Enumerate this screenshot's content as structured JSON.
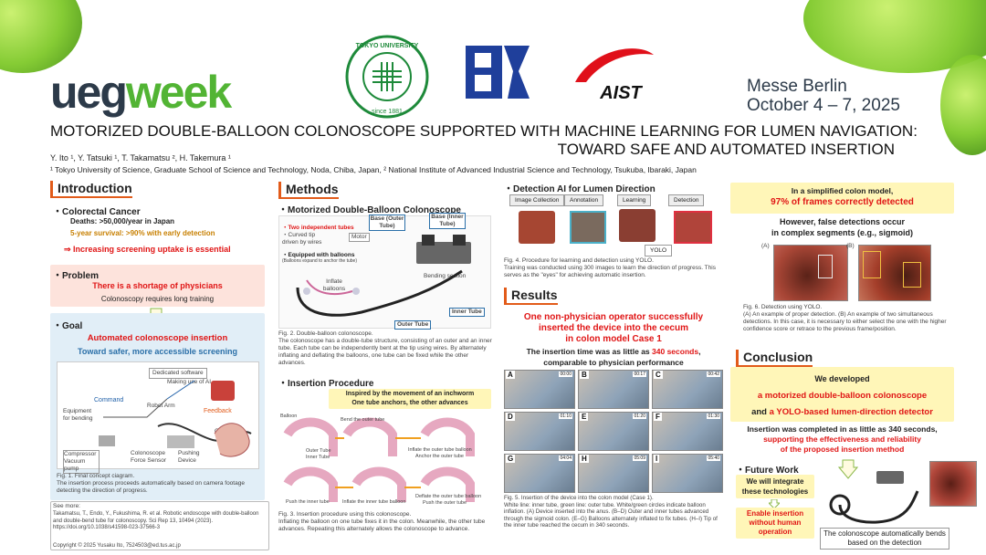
{
  "header": {
    "ueg": "ueg",
    "week": "week",
    "tus_seal": "TOKYO UNIVERSITY OF SCIENCE since 1881",
    "aist": "AIST",
    "venue": "Messe Berlin",
    "dates": "October 4 – 7, 2025"
  },
  "title": {
    "line1": "MOTORIZED DOUBLE-BALLOON COLONOSCOPE SUPPORTED WITH MACHINE LEARNING FOR LUMEN NAVIGATION:",
    "line2": "TOWARD SAFE AND AUTOMATED INSERTION"
  },
  "authors": "Y. Ito ¹,  Y. Tatsuki ¹,  T. Takamatsu ²,  H. Takemura ¹",
  "affiliation": "¹ Tokyo University of Science, Graduate School of Science and Technology, Noda, Chiba, Japan, ² National Institute of Advanced Industrial Science and Technology, Tsukuba, Ibaraki, Japan",
  "intro": {
    "heading": "Introduction",
    "cc_title": "・Colorectal Cancer",
    "deaths": "Deaths: >50,000/year in Japan",
    "survival": "5-year survival: >90% with early detection",
    "arrow_text": "⇒  Increasing screening uptake is essential",
    "problem_title": "・Problem",
    "problem_red": "There is a shortage of physicians",
    "problem_sub": "Colonoscopy requires long training",
    "goal_title": "・Goal",
    "goal_red": "Automated colonoscope insertion",
    "goal_sub": "Toward safer, more accessible screening",
    "fig1_labels": {
      "software": "Dedicated software",
      "ai": "Making use of AI",
      "command": "Command",
      "equipment": "Equipment for bending",
      "robot": "Robot Arm",
      "feedback": "Feedback",
      "colon": "Colon",
      "compressor": "Compressor Vacuum pump",
      "force": "Colonoscope Force Sensor",
      "pushing": "Pushing Device"
    },
    "fig1_caption": "Fig. 1. Final concept ciagram.\nThe insertion process proceeds automatically based on camera footage detecting the direction of progress.",
    "seemore_title": "See more:",
    "seemore_text": "Takamatsu, T., Endo, Y., Fukushima, R. et al. Robotic endoscope with double-balloon and double-bend tube for colonoscopy. Sci Rep 13, 10494 (2023). https://doi.org/10.1038/s41598-023-37566-3",
    "copyright": "Copyright © 2025 Yusaku Ito, 7524503@ed.tus.ac.jp"
  },
  "methods": {
    "heading": "Methods",
    "sub1": "・Motorized Double-Balloon Colonoscope",
    "bullets": [
      "・Two independent tubes",
      "・Curved tip driven by wires",
      "・Equipped with balloons",
      "(Balloons expand to anchor the tube)"
    ],
    "labels": {
      "base_outer": "Base (Outer Tube)",
      "base_inner": "Base (Inner Tube)",
      "motor": "Motor",
      "bending": "Bending section",
      "inflate": "Inflate balloons",
      "inner": "Inner Tube",
      "outer": "Outer Tube"
    },
    "fig2_caption": "Fig. 2. Double-balloon colonoscope.\nThe colonoscope has a double-tube structure, consisting of an outer and an inner tube. Each tube can be independently bent at the tip using wires. By alternately inflating and deflating the balloons, one tube can be fixed while the other advances.",
    "sub2": "・Insertion Procedure",
    "inchworm_l1": "Inspired by the movement of an inchworm",
    "inchworm_l2": "One tube anchors, the other advances",
    "proc_labels": [
      "Balloon",
      "Bend the outer tube",
      "Outer Tube",
      "Inner Tube",
      "Inflate the outer tube balloon",
      "Anchor the outer tube",
      "Push the inner tube",
      "Inflate the inner tube balloon",
      "Deflate the outer tube balloon",
      "Push the outer tube"
    ],
    "fig3_caption": "Fig. 3. Insertion procedure using this colonoscope.\nInflating the balloon on one tube fixes it in the colon. Meanwhile, the other tube advances. Repeating this alternately allows the colonoscope to advance."
  },
  "detection": {
    "sub": "・Detection AI for Lumen Direction",
    "flow": [
      "Image Collection",
      "Annotation",
      "Learning",
      "Detection"
    ],
    "yolo": "YOLO",
    "fig4_caption": "Fig. 4. Procedure for learning and detection using YOLO.\nTraining was conducted using 300 images to learn the direction of progress. This serves as the \"eyes\" for achieving automatic insertion."
  },
  "results": {
    "heading": "Results",
    "red1": "One non-physician operator successfully",
    "red2": "inserted the device into the cecum",
    "red3": "in colon model Case 1",
    "time_pre": "The insertion time was as little as ",
    "time_red": "340 seconds",
    "time_post": ",",
    "comparable": "comparable to physician performance",
    "panels": [
      "A",
      "B",
      "C",
      "D",
      "E",
      "F",
      "G",
      "H",
      "I"
    ],
    "times": [
      "00:00",
      "00:17",
      "00:42",
      "01:10",
      "01:20",
      "01:30",
      "04:04",
      "05:09",
      "05:40"
    ],
    "fig5_caption": "Fig. 5. Insertion of the device into the colon model (Case 1).\nWhite line: inner tube, green line: outer tube. White/green circles indicate balloon inflation. (A) Device inserted into the anus. (B–D) Outer and inner tubes advanced through the sigmoid colon. (E–G) Balloons alternately inflated to fix tubes. (H–I) Tip of the inner tube reached the cecum in 340 seconds."
  },
  "right": {
    "sim_l1": "In a simplified colon model,",
    "sim_red": "97% of frames correctly detected",
    "false_l1": "However, false detections occur",
    "false_l2": "in complex segments (e.g., sigmoid)",
    "panel_a": "(A)",
    "panel_b": "(B)",
    "fig6_caption": "Fig. 6. Detection using YOLO.\n(A) An example of proper detection. (B) An example of two simultaneous detections. In this case, it is necessary to either select the one with the higher confidence score or retrace to the previous frame/position.",
    "concl_heading": "Conclusion",
    "developed": "We developed",
    "dev_red1": "a motorized double-balloon colonoscope",
    "dev_and": "and ",
    "dev_red2": "a YOLO-based lumen-direction detector",
    "insertion_l1": "Insertion was completed in as little as 340 seconds,",
    "insertion_red1": "supporting the effectiveness and reliability",
    "insertion_red2": "of the proposed insertion method",
    "future_title": "・Future Work",
    "future_l1": "We will integrate",
    "future_l2": "these technologies",
    "future_red1": "Enable insertion",
    "future_red2": "without human",
    "future_red3": "operation",
    "bottom_caption": "The colonoscope automatically bends based on the detection"
  }
}
